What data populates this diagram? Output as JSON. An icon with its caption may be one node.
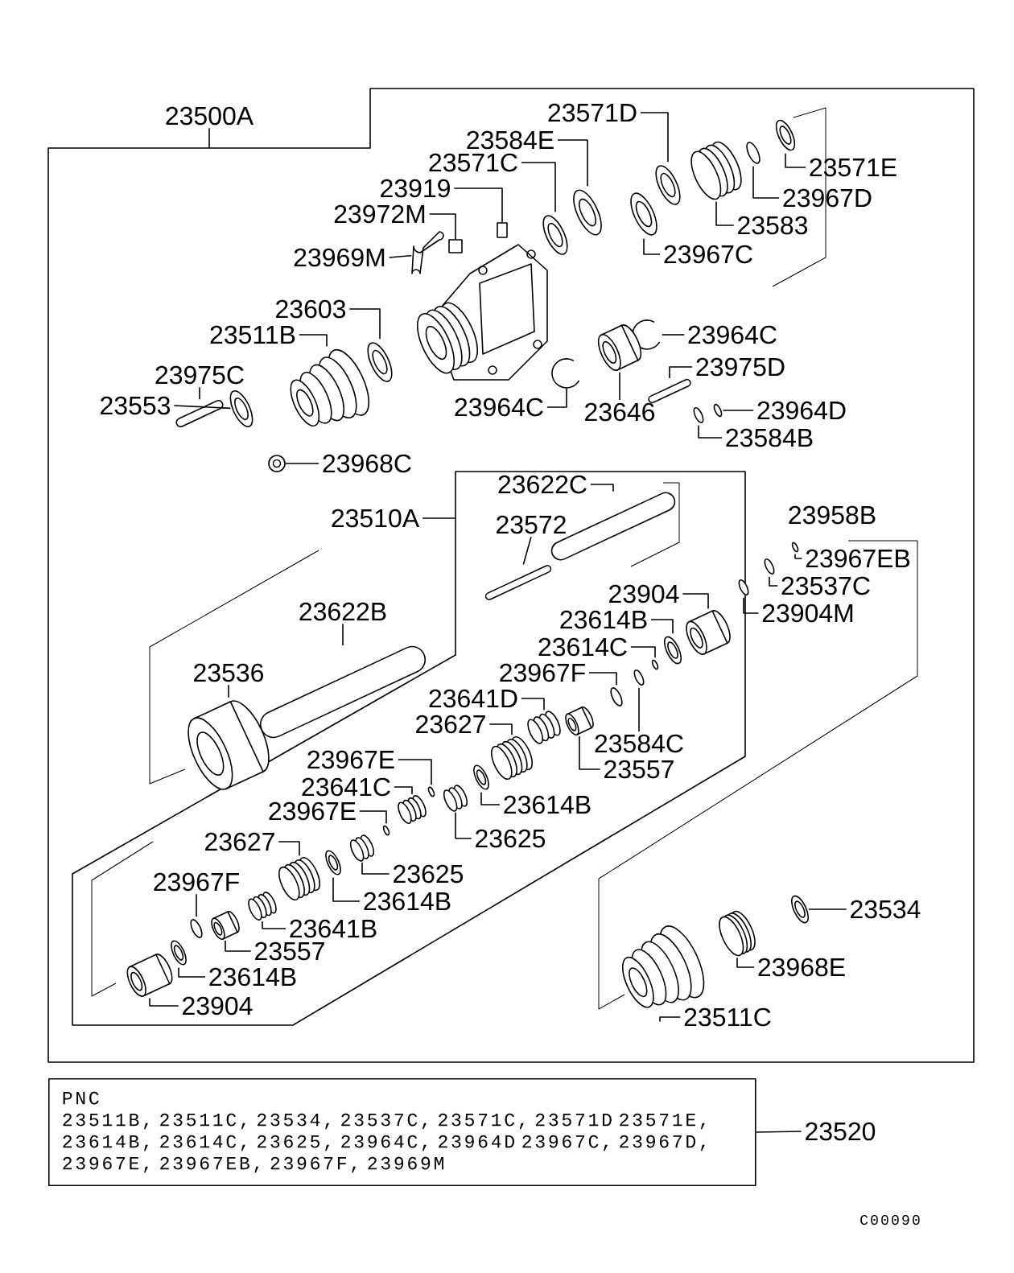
{
  "diagram": {
    "nodes": [
      {
        "text": [
          "23500A"
        ]
      },
      {
        "text": [
          "23571D"
        ]
      },
      {
        "text": [
          "23584E"
        ]
      },
      {
        "text": [
          "23571C"
        ]
      },
      {
        "text": [
          "23919"
        ]
      },
      {
        "text": [
          "23972M"
        ]
      },
      {
        "text": [
          "23969M"
        ]
      },
      {
        "text": [
          "23571E"
        ]
      },
      {
        "text": [
          "23967D"
        ]
      },
      {
        "text": [
          "23583"
        ]
      },
      {
        "text": [
          "23967C"
        ]
      },
      {
        "text": [
          "23603"
        ]
      },
      {
        "text": [
          "23511B"
        ]
      },
      {
        "text": [
          "23964C"
        ]
      },
      {
        "text": [
          "23975C"
        ]
      },
      {
        "text": [
          "23975D"
        ]
      },
      {
        "text": [
          "23553"
        ]
      },
      {
        "text": [
          "23964C"
        ]
      },
      {
        "text": [
          "23646"
        ]
      },
      {
        "text": [
          "23964D"
        ]
      },
      {
        "text": [
          "23584B"
        ]
      },
      {
        "text": [
          "23968C"
        ]
      },
      {
        "text": [
          "23622C"
        ]
      },
      {
        "text": [
          "23510A"
        ]
      },
      {
        "text": [
          "23572"
        ]
      },
      {
        "text": [
          "23967EB"
        ]
      },
      {
        "text": [
          "23537C"
        ]
      },
      {
        "text": [
          "23904"
        ]
      },
      {
        "text": [
          "23904M"
        ]
      },
      {
        "text": [
          "23622B"
        ]
      },
      {
        "text": [
          "23614B"
        ]
      },
      {
        "text": [
          "23614C"
        ]
      },
      {
        "text": [
          "23536"
        ]
      },
      {
        "text": [
          "23967F"
        ]
      },
      {
        "text": [
          "23641D"
        ]
      },
      {
        "text": [
          "23627"
        ]
      },
      {
        "text": [
          "23584C"
        ]
      },
      {
        "text": [
          "23967E"
        ]
      },
      {
        "text": [
          "23557"
        ]
      },
      {
        "text": [
          "23641C"
        ]
      },
      {
        "text": [
          "23614B"
        ]
      },
      {
        "text": [
          "23967E"
        ]
      },
      {
        "text": [
          "23625"
        ]
      },
      {
        "text": [
          "23627"
        ]
      },
      {
        "text": [
          "23625"
        ]
      },
      {
        "text": [
          "23967F"
        ]
      },
      {
        "text": [
          "23614B"
        ]
      },
      {
        "text": [
          "23534"
        ]
      },
      {
        "text": [
          "23641B"
        ]
      },
      {
        "text": [
          "23557"
        ]
      },
      {
        "text": [
          "23968E"
        ]
      },
      {
        "text": [
          "23614B"
        ]
      },
      {
        "text": [
          "23904"
        ]
      },
      {
        "text": [
          "23511C"
        ]
      },
      {
        "text": [
          "PNC",
          "23511B, 23511C, 23534, 23537C, 23571C, 23571D 23571E, 23614B, 23614C, 23625, 23964C, 23964D 23967C, 23967D, 23967E, 23967EB, 23967F, 23969M"
        ]
      },
      {
        "text": [
          "23520"
        ]
      },
      {
        "text": [],
        "shape": "picture"
      },
      {
        "text": [],
        "shape": "picture"
      },
      {
        "text": [],
        "shape": "picture"
      },
      {
        "text": [],
        "shape": "box"
      },
      {
        "text": [],
        "shape": "box"
      },
      {
        "text": [],
        "shape": "picture"
      },
      {
        "text": [],
        "shape": "picture"
      },
      {
        "text": [],
        "shape": "picture"
      },
      {
        "text": [],
        "shape": "picture"
      },
      {
        "text": [],
        "shape": "picture"
      },
      {
        "text": [],
        "shape": "picture"
      },
      {
        "text": [],
        "shape": "picture"
      },
      {
        "text": [],
        "shape": "picture"
      },
      {
        "text": [],
        "shape": "picture"
      },
      {
        "text": [],
        "shape": "picture"
      },
      {
        "text": [],
        "shape": "picture"
      },
      {
        "text": [],
        "shape": "picture"
      },
      {
        "text": [],
        "shape": "picture"
      },
      {
        "text": [],
        "shape": "circle"
      },
      {
        "text": [],
        "shape": "picture"
      },
      {
        "text": [],
        "shape": "picture"
      },
      {
        "text": [],
        "shape": "picture"
      },
      {
        "text": [],
        "shape": "picture"
      },
      {
        "text": [],
        "shape": "circle"
      },
      {
        "text": [],
        "shape": "picture"
      },
      {
        "text": [],
        "shape": "picture"
      },
      {
        "text": [],
        "shape": "picture"
      },
      {
        "text": [],
        "shape": "picture"
      },
      {
        "text": [],
        "shape": "picture"
      },
      {
        "text": [],
        "shape": "circle"
      },
      {
        "text": [],
        "shape": "picture"
      },
      {
        "text": [],
        "shape": "picture"
      },
      {
        "text": [],
        "shape": "picture"
      },
      {
        "text": [],
        "shape": "picture"
      },
      {
        "text": [],
        "shape": "picture"
      },
      {
        "text": [],
        "shape": "circle"
      },
      {
        "text": [],
        "shape": "picture"
      },
      {
        "text": [],
        "shape": "picture"
      },
      {
        "text": [],
        "shape": "picture"
      },
      {
        "text": [],
        "shape": "circle"
      },
      {
        "text": [],
        "shape": "picture"
      },
      {
        "text": [],
        "shape": "picture"
      },
      {
        "text": [],
        "shape": "picture"
      },
      {
        "text": [],
        "shape": "picture"
      },
      {
        "text": [],
        "shape": "picture"
      },
      {
        "text": [],
        "shape": "picture"
      },
      {
        "text": [],
        "shape": "picture"
      },
      {
        "text": [],
        "shape": "picture"
      },
      {
        "text": [],
        "shape": "picture"
      },
      {
        "text": [],
        "shape": "picture"
      },
      {
        "text": [],
        "shape": "picture"
      },
      {
        "text": [],
        "shape": "picture"
      },
      {
        "text": [],
        "shape": "picture"
      }
    ],
    "edges": [
      {
        "from": 0,
        "to": null,
        "arrow": "none"
      },
      {
        "from": 1,
        "to": 56,
        "arrow": "none"
      },
      {
        "from": 2,
        "to": 57,
        "arrow": "none"
      },
      {
        "from": 3,
        "to": 58,
        "arrow": "none"
      },
      {
        "from": 4,
        "to": 59,
        "arrow": "none"
      },
      {
        "from": 5,
        "to": 60,
        "arrow": "none"
      },
      {
        "from": 6,
        "to": 61,
        "arrow": "none"
      },
      {
        "from": 7,
        "to": 62,
        "arrow": "none"
      },
      {
        "from": 8,
        "to": 63,
        "arrow": "none"
      },
      {
        "from": 9,
        "to": 64,
        "arrow": "none"
      },
      {
        "from": 10,
        "to": 65,
        "arrow": "none"
      },
      {
        "from": 11,
        "to": 66,
        "arrow": "none"
      },
      {
        "from": 12,
        "to": 67,
        "arrow": "none"
      },
      {
        "from": 13,
        "to": 68,
        "arrow": "none"
      },
      {
        "from": 14,
        "to": 69,
        "arrow": "none"
      },
      {
        "from": 15,
        "to": 70,
        "arrow": "none"
      },
      {
        "from": 16,
        "to": 71,
        "arrow": "none"
      },
      {
        "from": 17,
        "to": 72,
        "arrow": "none"
      },
      {
        "from": 18,
        "to": 73,
        "arrow": "none"
      },
      {
        "from": 19,
        "to": 74,
        "arrow": "none"
      },
      {
        "from": 20,
        "to": 75,
        "arrow": "none"
      },
      {
        "from": 21,
        "to": 76,
        "arrow": "none"
      },
      {
        "from": 22,
        "to": 77,
        "arrow": "none"
      },
      {
        "from": 23,
        "to": null,
        "arrow": "none"
      },
      {
        "from": 24,
        "to": 78,
        "arrow": "none"
      },
      {
        "from": 25,
        "to": 79,
        "arrow": "none"
      },
      {
        "from": 26,
        "to": 80,
        "arrow": "none"
      },
      {
        "from": 27,
        "to": 81,
        "arrow": "none"
      },
      {
        "from": 28,
        "to": 82,
        "arrow": "none"
      },
      {
        "from": 29,
        "to": 83,
        "arrow": "none"
      },
      {
        "from": 30,
        "to": 84,
        "arrow": "none"
      },
      {
        "from": 31,
        "to": 85,
        "arrow": "none"
      },
      {
        "from": 32,
        "to": 86,
        "arrow": "none"
      },
      {
        "from": 33,
        "to": 87,
        "arrow": "none"
      },
      {
        "from": 34,
        "to": 88,
        "arrow": "none"
      },
      {
        "from": 35,
        "to": 89,
        "arrow": "none"
      },
      {
        "from": 36,
        "to": 90,
        "arrow": "none"
      },
      {
        "from": 37,
        "to": 91,
        "arrow": "none"
      },
      {
        "from": 38,
        "to": 92,
        "arrow": "none"
      },
      {
        "from": 39,
        "to": 93,
        "arrow": "none"
      },
      {
        "from": 40,
        "to": 94,
        "arrow": "none"
      },
      {
        "from": 41,
        "to": 95,
        "arrow": "none"
      },
      {
        "from": 42,
        "to": 96,
        "arrow": "none"
      },
      {
        "from": 43,
        "to": 97,
        "arrow": "none"
      },
      {
        "from": 44,
        "to": 98,
        "arrow": "none"
      },
      {
        "from": 45,
        "to": 99,
        "arrow": "none"
      },
      {
        "from": 46,
        "to": 100,
        "arrow": "none"
      },
      {
        "from": 47,
        "to": 101,
        "arrow": "none"
      },
      {
        "from": 48,
        "to": 102,
        "arrow": "none"
      },
      {
        "from": 49,
        "to": 103,
        "arrow": "none"
      },
      {
        "from": 50,
        "to": 104,
        "arrow": "none"
      },
      {
        "from": 51,
        "to": 105,
        "arrow": "none"
      },
      {
        "from": 52,
        "to": 106,
        "arrow": "none"
      },
      {
        "from": 53,
        "to": 107,
        "arrow": "none"
      },
      {
        "from": 55,
        "to": 54,
        "arrow": "none"
      }
    ],
    "labels": [
      "23958B",
      "C00090"
    ]
  }
}
